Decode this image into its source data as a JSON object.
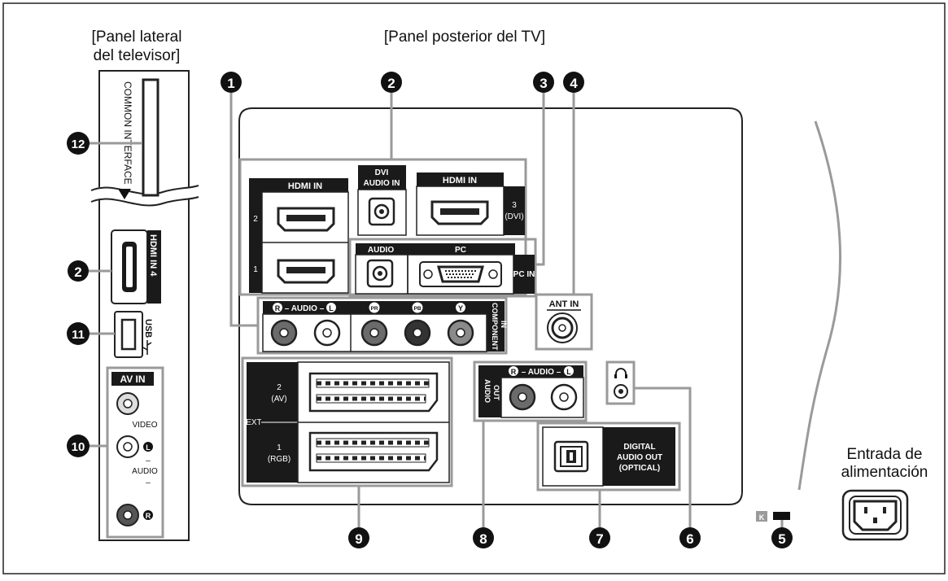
{
  "titles": {
    "side_line1": "[Panel lateral",
    "side_line2": "del televisor]",
    "rear": "[Panel posterior del TV]"
  },
  "side": {
    "common_interface": "COMMON INTERFACE",
    "hdmi4": "HDMI IN 4",
    "usb": "USB",
    "av_in": "AV IN",
    "video": "VIDEO",
    "audio": "AUDIO",
    "l": "L",
    "r": "R",
    "dash": "–"
  },
  "rear": {
    "hdmi_in": "HDMI IN",
    "n2": "2",
    "n1": "1",
    "dvi_audio_line1": "DVI",
    "dvi_audio_line2": "AUDIO IN",
    "hdmi3_num": "3",
    "hdmi3_dvi": "(DVI)",
    "audio": "AUDIO",
    "pc": "PC",
    "pc_in": "PC IN",
    "audio_rl": "– AUDIO –",
    "r": "R",
    "l": "L",
    "pr": "PR",
    "pb": "PB",
    "y": "Y",
    "component_line1": "COMPONENT",
    "component_line2": "IN",
    "ant_in": "ANT IN",
    "ext": "EXT",
    "ext2_num": "2",
    "ext2_sub": "(AV)",
    "ext1_num": "1",
    "ext1_sub": "(RGB)",
    "audio_out_line1": "AUDIO",
    "audio_out_line2": "OUT",
    "digital_line1": "DIGITAL",
    "digital_line2": "AUDIO OUT",
    "digital_line3": "(OPTICAL)",
    "lock_k": "K"
  },
  "power": {
    "line1": "Entrada de",
    "line2": "alimentación"
  },
  "callouts": {
    "c1": "1",
    "c2": "2",
    "c3": "3",
    "c4": "4",
    "c5": "5",
    "c6": "6",
    "c7": "7",
    "c8": "8",
    "c9": "9",
    "c10": "10",
    "c11": "11",
    "c12": "12"
  },
  "colors": {
    "line": "#9a9a9a",
    "dark": "#1a1a1a",
    "callout": "#111111",
    "jack_gray": "#6b6b6b",
    "jack_dark": "#333333"
  }
}
